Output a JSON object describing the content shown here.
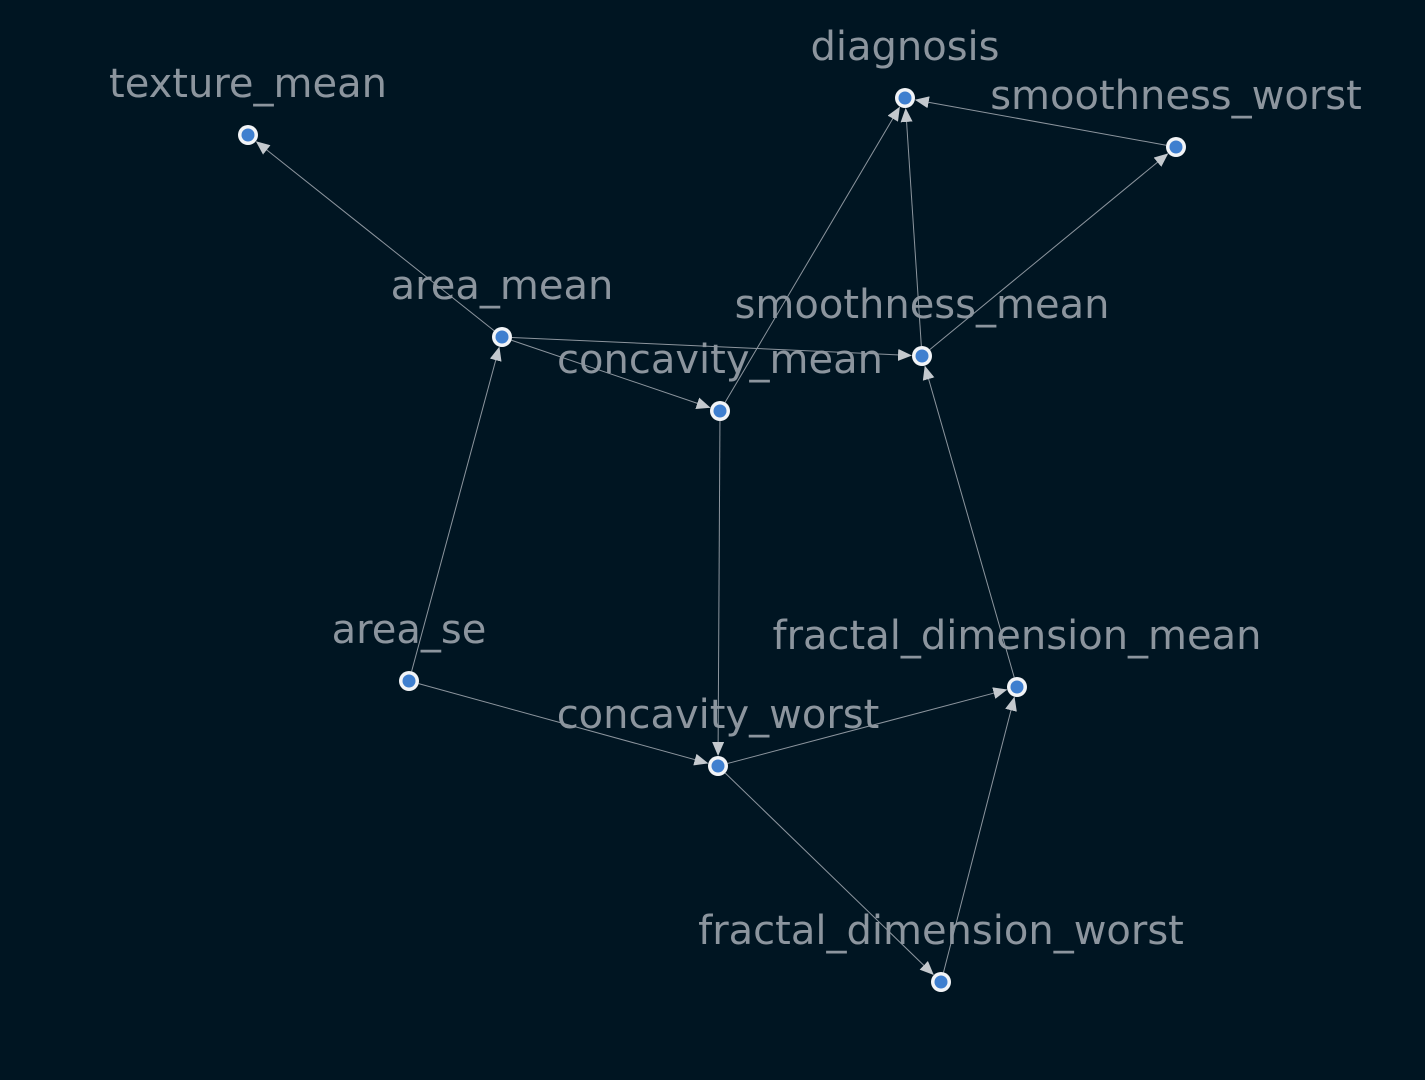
{
  "graph": {
    "background": "#001522",
    "node_color": "#3f7fcf",
    "node_ring_color": "#f2f4f7",
    "edge_color": "#8c959e",
    "label_color": "#8c959e",
    "nodes": [
      {
        "id": "diagnosis",
        "label": "diagnosis"
      },
      {
        "id": "texture_mean",
        "label": "texture_mean"
      },
      {
        "id": "smoothness_worst",
        "label": "smoothness_worst"
      },
      {
        "id": "area_mean",
        "label": "area_mean"
      },
      {
        "id": "smoothness_mean",
        "label": "smoothness_mean"
      },
      {
        "id": "concavity_mean",
        "label": "concavity_mean"
      },
      {
        "id": "area_se",
        "label": "area_se"
      },
      {
        "id": "fractal_dimension_mean",
        "label": "fractal_dimension_mean"
      },
      {
        "id": "concavity_worst",
        "label": "concavity_worst"
      },
      {
        "id": "fractal_dimension_worst",
        "label": "fractal_dimension_worst"
      }
    ],
    "edges": [
      {
        "source": "area_mean",
        "target": "texture_mean"
      },
      {
        "source": "area_mean",
        "target": "smoothness_mean"
      },
      {
        "source": "area_mean",
        "target": "concavity_mean"
      },
      {
        "source": "concavity_mean",
        "target": "diagnosis"
      },
      {
        "source": "concavity_mean",
        "target": "concavity_worst"
      },
      {
        "source": "smoothness_mean",
        "target": "diagnosis"
      },
      {
        "source": "smoothness_mean",
        "target": "smoothness_worst"
      },
      {
        "source": "smoothness_worst",
        "target": "diagnosis"
      },
      {
        "source": "area_se",
        "target": "area_mean"
      },
      {
        "source": "area_se",
        "target": "concavity_worst"
      },
      {
        "source": "concavity_worst",
        "target": "fractal_dimension_mean"
      },
      {
        "source": "concavity_worst",
        "target": "fractal_dimension_worst"
      },
      {
        "source": "fractal_dimension_mean",
        "target": "smoothness_mean"
      },
      {
        "source": "fractal_dimension_worst",
        "target": "fractal_dimension_mean"
      }
    ]
  }
}
